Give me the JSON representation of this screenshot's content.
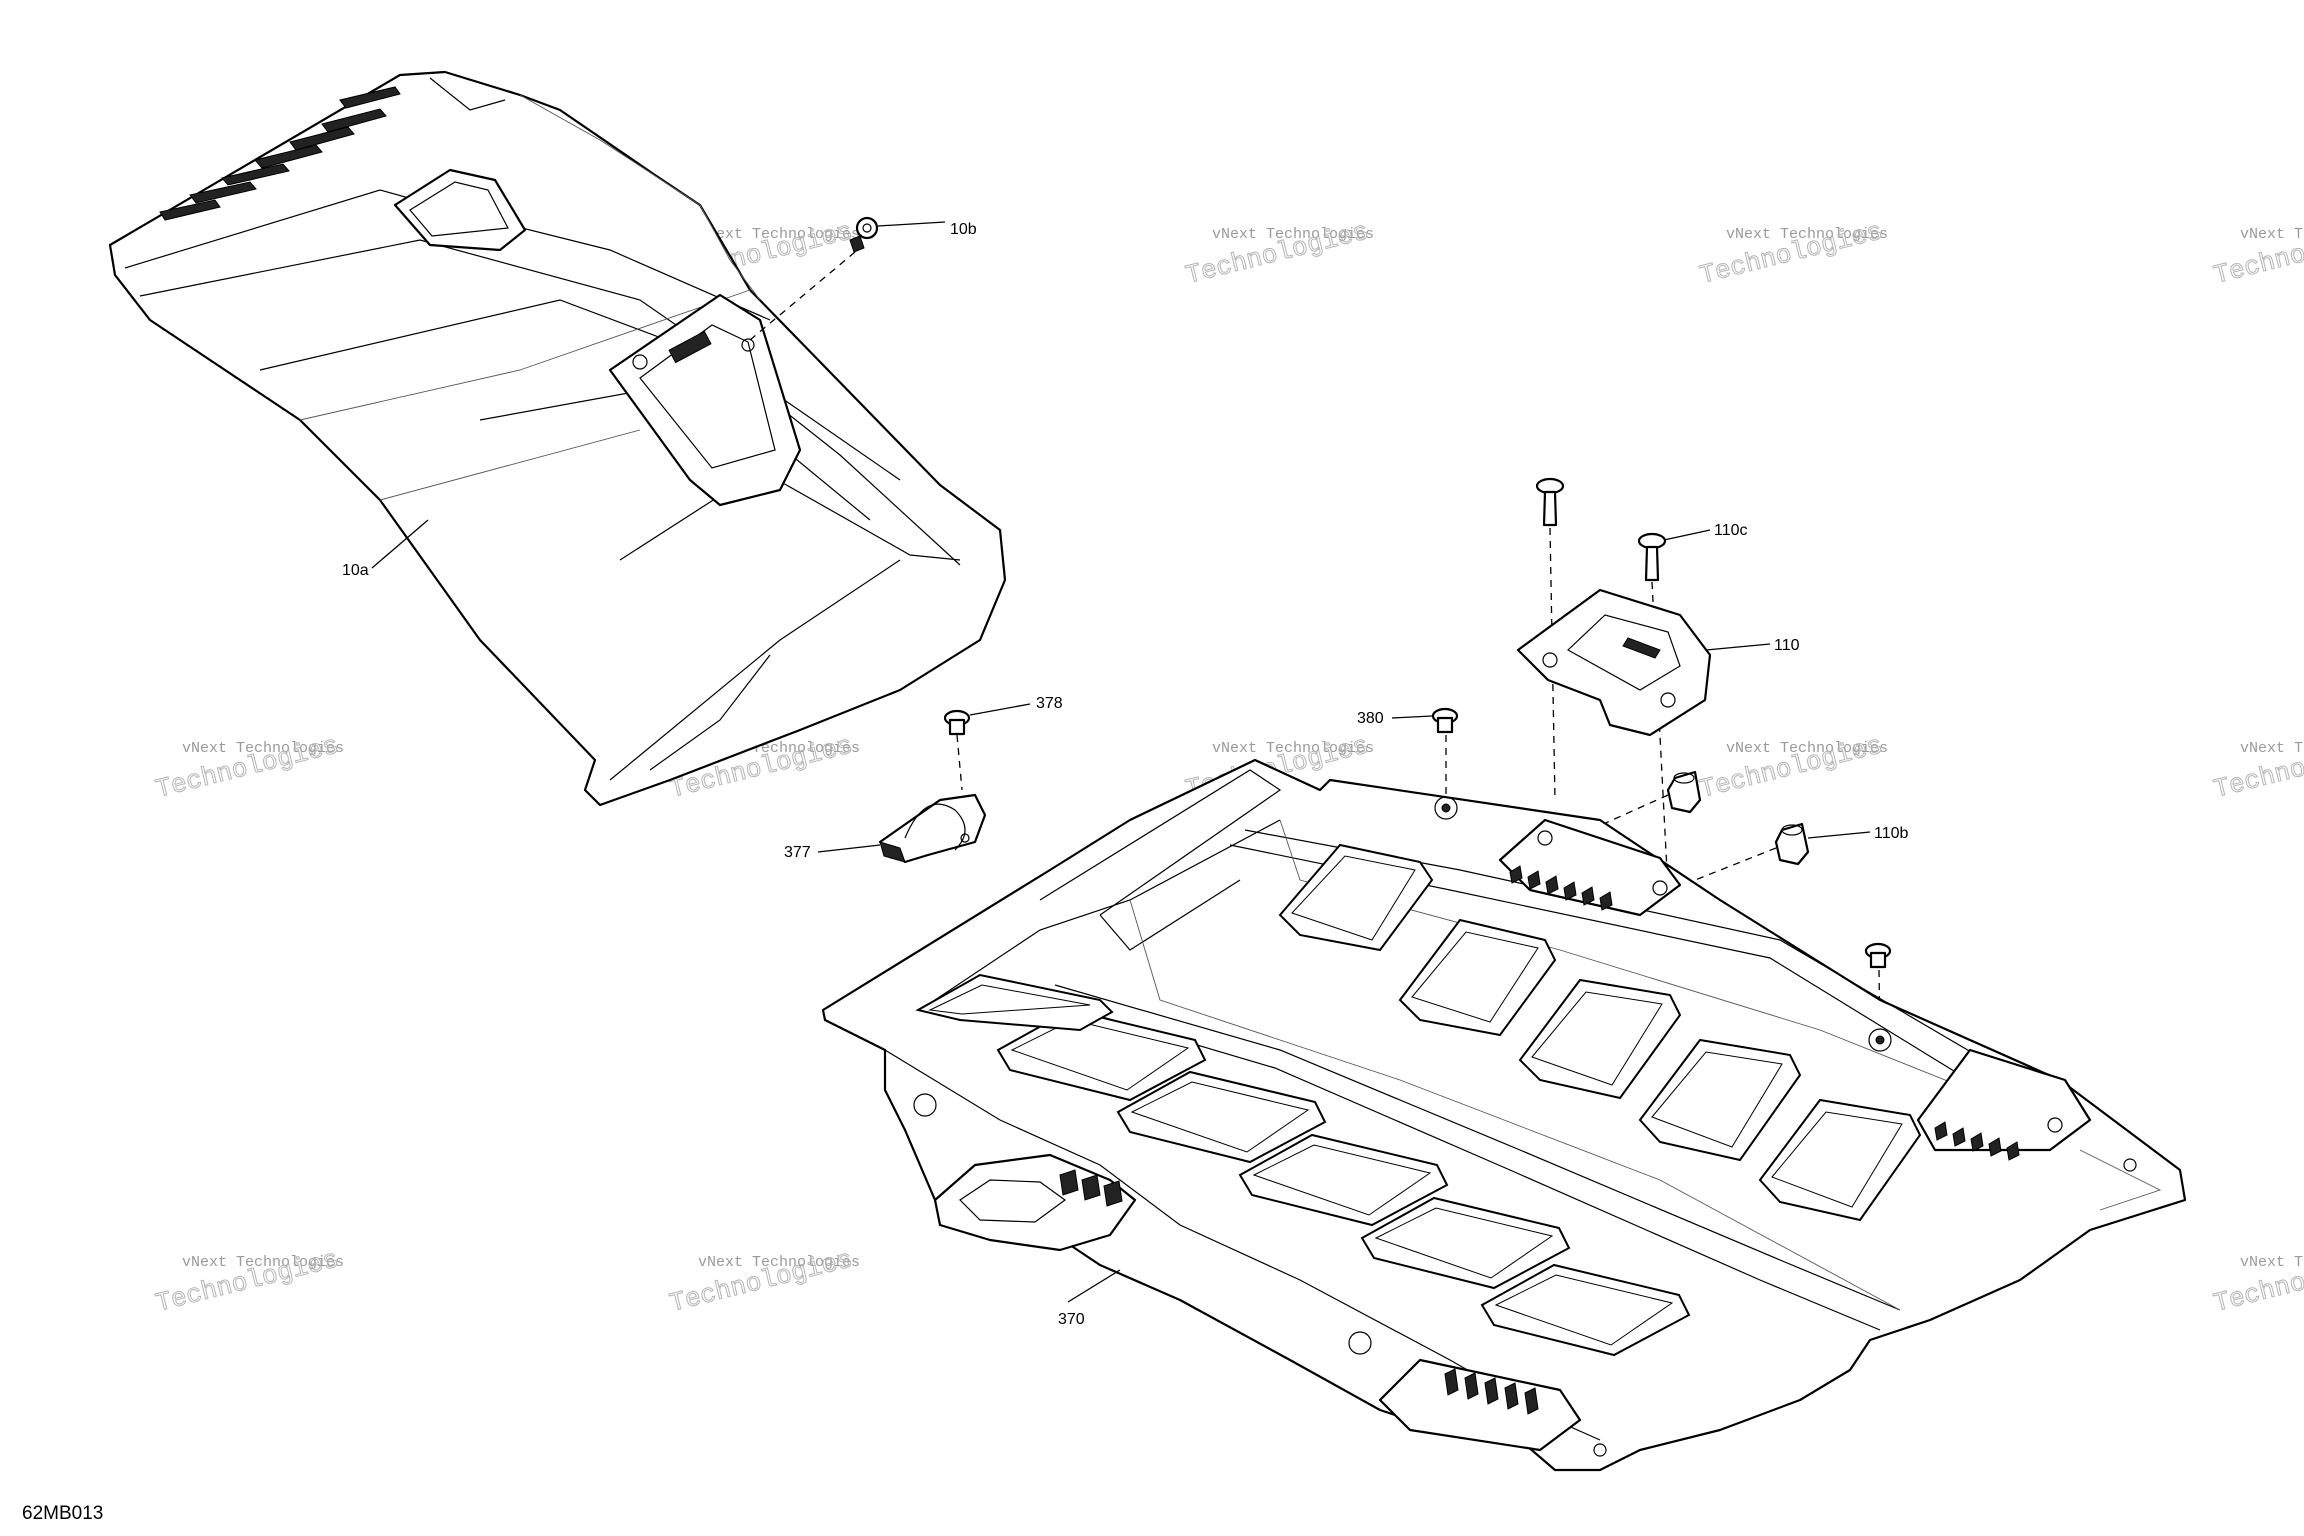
{
  "diagram": {
    "code": "62MB013",
    "callouts": {
      "c10b": "10b",
      "c10a": "10a",
      "c110c": "110c",
      "c110": "110",
      "c378": "378",
      "c380": "380",
      "c377": "377",
      "c110b": "110b",
      "c370": "370"
    }
  },
  "watermark": {
    "line1": "vNext Technologies",
    "line2": "Technologies"
  },
  "colors": {
    "line": "#000000",
    "watermark": "#9a9a9a"
  }
}
